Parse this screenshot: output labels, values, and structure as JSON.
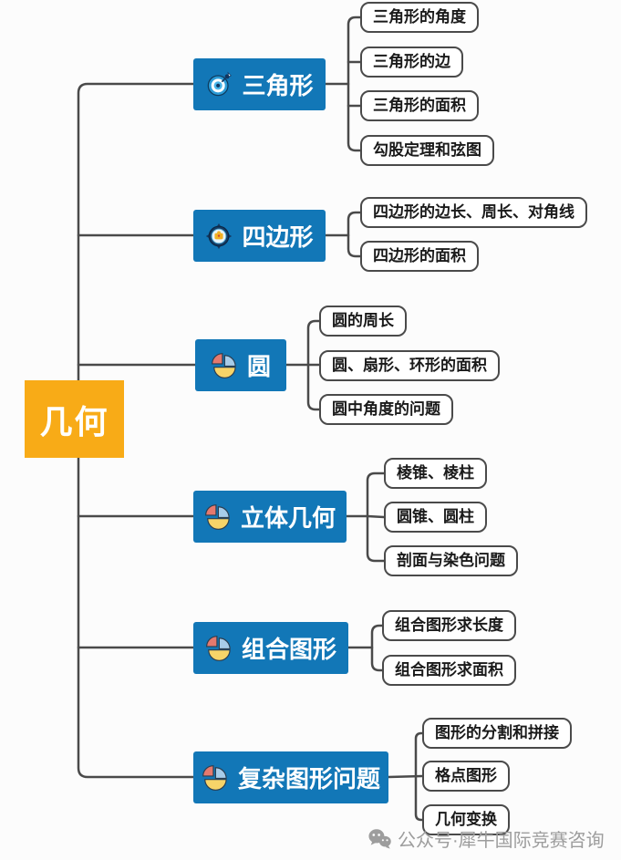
{
  "root": {
    "label": "几何"
  },
  "branches": [
    {
      "label": "三角形",
      "icon": "dartboard-icon",
      "children": [
        "三角形的角度",
        "三角形的边",
        "三角形的面积",
        "勾股定理和弦图"
      ]
    },
    {
      "label": "四边形",
      "icon": "compass-badge-icon",
      "children": [
        "四边形的边长、周长、对角线",
        "四边形的面积"
      ]
    },
    {
      "label": "圆",
      "icon": "pie-chart-icon",
      "children": [
        "圆的周长",
        "圆、扇形、环形的面积",
        "圆中角度的问题"
      ]
    },
    {
      "label": "立体几何",
      "icon": "pie-chart-icon",
      "children": [
        "棱锥、棱柱",
        "圆锥、圆柱",
        "剖面与染色问题"
      ]
    },
    {
      "label": "组合图形",
      "icon": "pie-chart-icon",
      "children": [
        "组合图形求长度",
        "组合图形求面积"
      ]
    },
    {
      "label": "复杂图形问题",
      "icon": "pie-chart-icon",
      "children": [
        "图形的分割和拼接",
        "格点图形",
        "几何变换"
      ]
    }
  ],
  "watermark": {
    "text": "公众号·犀牛国际竞赛咨询",
    "icon": "wechat-icon"
  },
  "colors": {
    "branch_blue": "#1277b7",
    "root_orange": "#f8ab17",
    "connector_gray": "#4a4a4a",
    "leaf_border_gray": "#4a4a4a",
    "watermark_gray": "#9d9d9d",
    "pie_red": "#e5796e",
    "pie_blue": "#a8cce9",
    "pie_yellow": "#f7d469"
  }
}
